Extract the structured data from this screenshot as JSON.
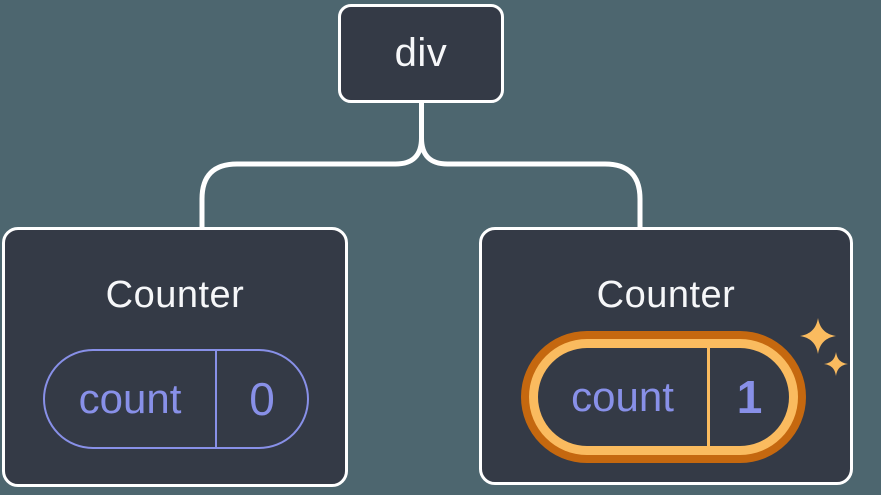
{
  "tree": {
    "root": {
      "label": "div"
    },
    "children": [
      {
        "title": "Counter",
        "state": {
          "key": "count",
          "value": "0"
        },
        "highlighted": false
      },
      {
        "title": "Counter",
        "state": {
          "key": "count",
          "value": "1"
        },
        "highlighted": true
      }
    ]
  },
  "colors": {
    "background": "#4D666F",
    "node_fill": "#343A46",
    "node_border": "#FFFFFF",
    "connector_line": "#FFFFFF",
    "title_text": "#F6F7F9",
    "state_accent_purple": "#8890E8",
    "highlight_ring_outer": "#C5680F",
    "highlight_ring_inner": "#FABB5F",
    "sparkle": "#FABB5F"
  },
  "icons": {
    "highlight_sparkles": "sparkle-icon"
  }
}
